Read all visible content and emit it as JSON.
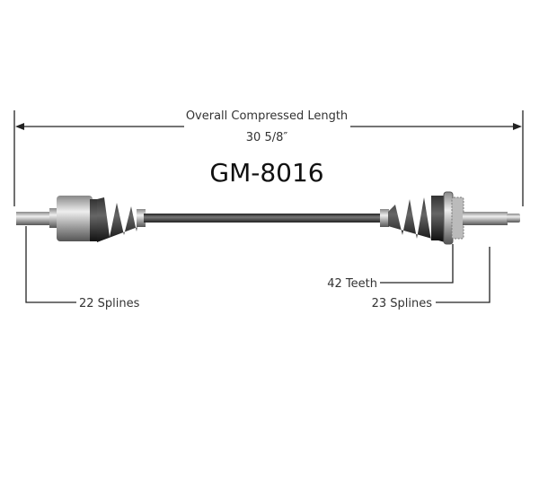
{
  "dimension": {
    "label": "Overall Compressed Length",
    "value": "30 5/8″"
  },
  "part_number": "GM-8016",
  "callouts": {
    "left_splines": "22 Splines",
    "teeth": "42 Teeth",
    "right_splines": "23 Splines"
  }
}
